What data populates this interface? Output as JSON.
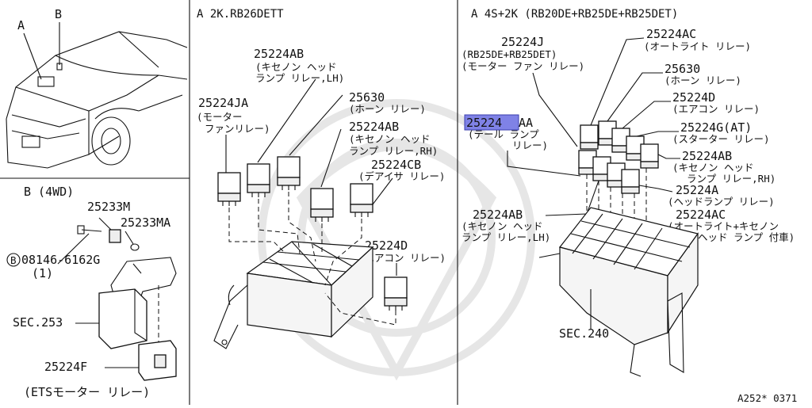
{
  "panel_car": {
    "label_a": "A",
    "label_b": "B"
  },
  "panel_b": {
    "title": "B (4WD)",
    "part_25233m": "25233M",
    "part_25233ma": "25233MA",
    "bolt_circle": "B",
    "bolt_number": "08146-6162G",
    "bolt_qty": "(1)",
    "sec253": "SEC.253",
    "part_25224f": "25224F",
    "ets_caption": "(ETSモーター リレー)"
  },
  "panel_a2k": {
    "title": "A  2K.RB26DETT",
    "p1_num": "25224AB",
    "p1_l1": "(キセノン ヘッド",
    "p1_l2": "ランプ リレー,LH)",
    "p2_num": "25224JA",
    "p2_l1": "(モーター",
    "p2_l2": "ファンリレー)",
    "p3_num": "25630",
    "p3_l1": "(ホーン リレー)",
    "p4_num": "25224AB",
    "p4_l1": "(キセノン ヘッド",
    "p4_l2": "ランプ リレー,RH)",
    "p5_num": "25224CB",
    "p5_l1": "(デアイサ リレー)",
    "p6_num": "25224D",
    "p6_l1": "(エアコン リレー)"
  },
  "panel_a4s": {
    "title": "A  4S+2K (RB20DE+RB25DE+RB25DET)",
    "j_num": "25224J",
    "j_l1": "(RB25DE+RB25DET)",
    "j_l2": "(モーター ファン リレー)",
    "ac_num": "25224AC",
    "ac_l1": "(オートライト リレー)",
    "horn_num": "25630",
    "horn_l1": "(ホーン リレー)",
    "d_num": "25224D",
    "d_l1": "(エアコン リレー)",
    "g_num": "25224G(AT)",
    "g_l1": "(スターター リレー)",
    "ab_num": "25224AB",
    "ab_l1": "(キセノン ヘッド",
    "ab_l2": "ランプ リレー,RH)",
    "aa_highlight": "25224",
    "aa_suffix": "AA",
    "aa_l1": "(テール ランプ",
    "aa_l2": "リレー)",
    "a_num": "25224A",
    "a_l1": "(ヘッドランプ リレー)",
    "ac2_num": "25224AC",
    "ac2_l1": "(オートライト+キセノン",
    "ac2_l2": "ヘッド ランプ 付車)",
    "ablh_num": "25224AB",
    "ablh_l1": "(キセノン ヘッド",
    "ablh_l2": "ランプ リレー,LH)",
    "sec240": "SEC.240",
    "ref": "A252* 0371"
  },
  "colors": {
    "highlight": "#7f82e6",
    "ink": "#111111"
  }
}
